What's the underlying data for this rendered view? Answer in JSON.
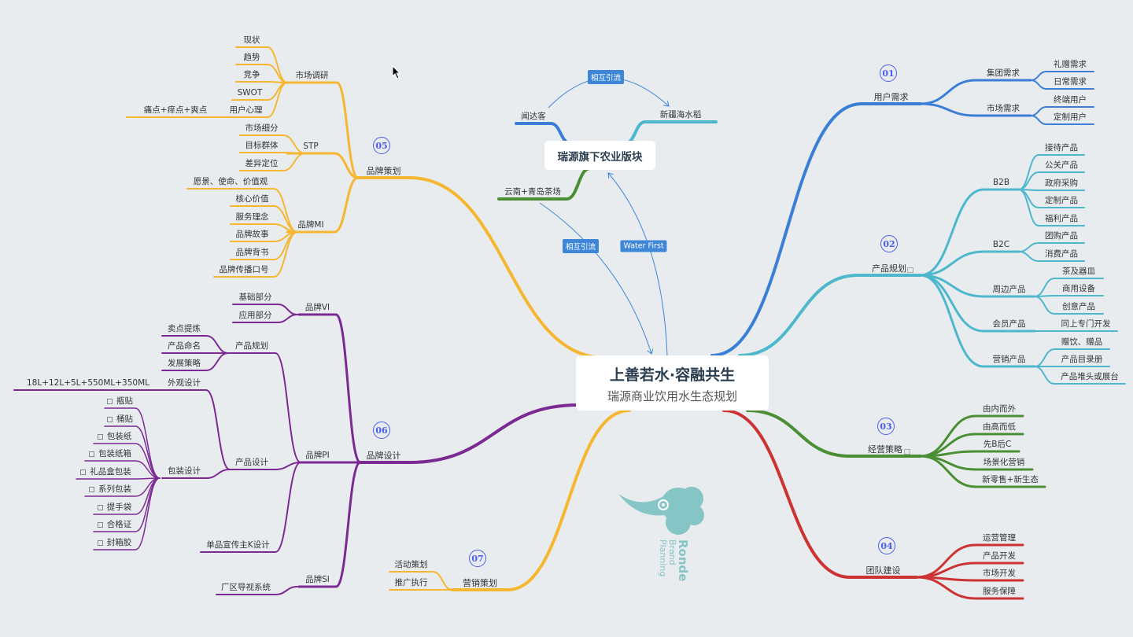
{
  "center": {
    "title": "上善若水·容融共生",
    "subtitle": "瑞源商业饮用水生态规划"
  },
  "agri": {
    "title": "瑞源旗下农业版块",
    "children": [
      "闻达客",
      "新疆海水稻",
      "云南+青岛茶场"
    ],
    "colors": [
      "#3a7fd5",
      "#4db8cc",
      "#4a8f33"
    ],
    "relations": [
      "相互引流",
      "相互引流",
      "Water First"
    ],
    "relation_color": "#3d86d8"
  },
  "branches": [
    {
      "num": "01",
      "label": "用户需求",
      "color": "#3a7fd5",
      "children": [
        {
          "label": "集团需求",
          "children": [
            "礼赠需求",
            "日常需求"
          ]
        },
        {
          "label": "市场需求",
          "children": [
            "终端用户",
            "定制用户"
          ]
        }
      ]
    },
    {
      "num": "02",
      "label": "产品规划",
      "color": "#4db8cc",
      "children": [
        {
          "label": "B2B",
          "children": [
            "接待产品",
            "公关产品",
            "政府采购",
            "定制产品",
            "福利产品"
          ]
        },
        {
          "label": "B2C",
          "children": [
            "团购产品",
            "消费产品"
          ]
        },
        {
          "label": "周边产品",
          "children": [
            "茶及器皿",
            "商用设备",
            "创意产品"
          ]
        },
        {
          "label": "会员产品",
          "children": [
            "同上专门开发"
          ]
        },
        {
          "label": "营销产品",
          "children": [
            "赠饮、赠品",
            "产品目录册",
            "产品堆头或展台"
          ]
        }
      ]
    },
    {
      "num": "03",
      "label": "经营策略",
      "color": "#4a8f33",
      "children": [
        "由内而外",
        "由高而低",
        "先B后C",
        "场景化营销",
        "新零售+新生态"
      ]
    },
    {
      "num": "04",
      "label": "团队建设",
      "color": "#cc3333",
      "children": [
        "运营管理",
        "产品开发",
        "市场开发",
        "服务保障"
      ]
    },
    {
      "num": "05",
      "label": "品牌策划",
      "color": "#f5b731",
      "children": [
        {
          "label": "市场调研",
          "children": [
            "现状",
            "趋势",
            "竞争",
            "SWOT",
            {
              "label": "用户心理",
              "children": [
                "痛点+痒点+爽点"
              ]
            }
          ]
        },
        {
          "label": "STP",
          "children": [
            "市场细分",
            "目标群体",
            "差异定位"
          ]
        },
        {
          "label": "品牌MI",
          "children": [
            "愿景、使命、价值观",
            "核心价值",
            "服务理念",
            "品牌故事",
            "品牌背书",
            "品牌传播口号"
          ]
        }
      ]
    },
    {
      "num": "06",
      "label": "品牌设计",
      "color": "#7b2a93",
      "children": [
        {
          "label": "品牌VI",
          "children": [
            "基础部分",
            "应用部分"
          ]
        },
        {
          "label": "品牌PI",
          "children": [
            {
              "label": "产品规划",
              "children": [
                "卖点提炼",
                "产品命名",
                "发展策略"
              ]
            },
            {
              "label": "产品设计",
              "children": [
                {
                  "label": "外观设计",
                  "children": [
                    "18L+12L+5L+550ML+350ML"
                  ]
                },
                {
                  "label": "包装设计",
                  "children": [
                    "瓶贴",
                    "桶贴",
                    "包装纸",
                    "包装纸箱",
                    "礼品盒包装",
                    "系列包装",
                    "提手袋",
                    "合格证",
                    "封箱胶"
                  ]
                }
              ]
            },
            "单品宣传主K设计"
          ]
        },
        {
          "label": "品牌SI",
          "children": [
            "厂区导视系统"
          ]
        }
      ]
    },
    {
      "num": "07",
      "label": "营销策划",
      "color": "#f5b731",
      "children": [
        "活动策划",
        "推广执行"
      ]
    }
  ],
  "logo": {
    "name": "Ronde",
    "line2": "Brand",
    "line3": "Planning",
    "color": "#86c5c5"
  }
}
